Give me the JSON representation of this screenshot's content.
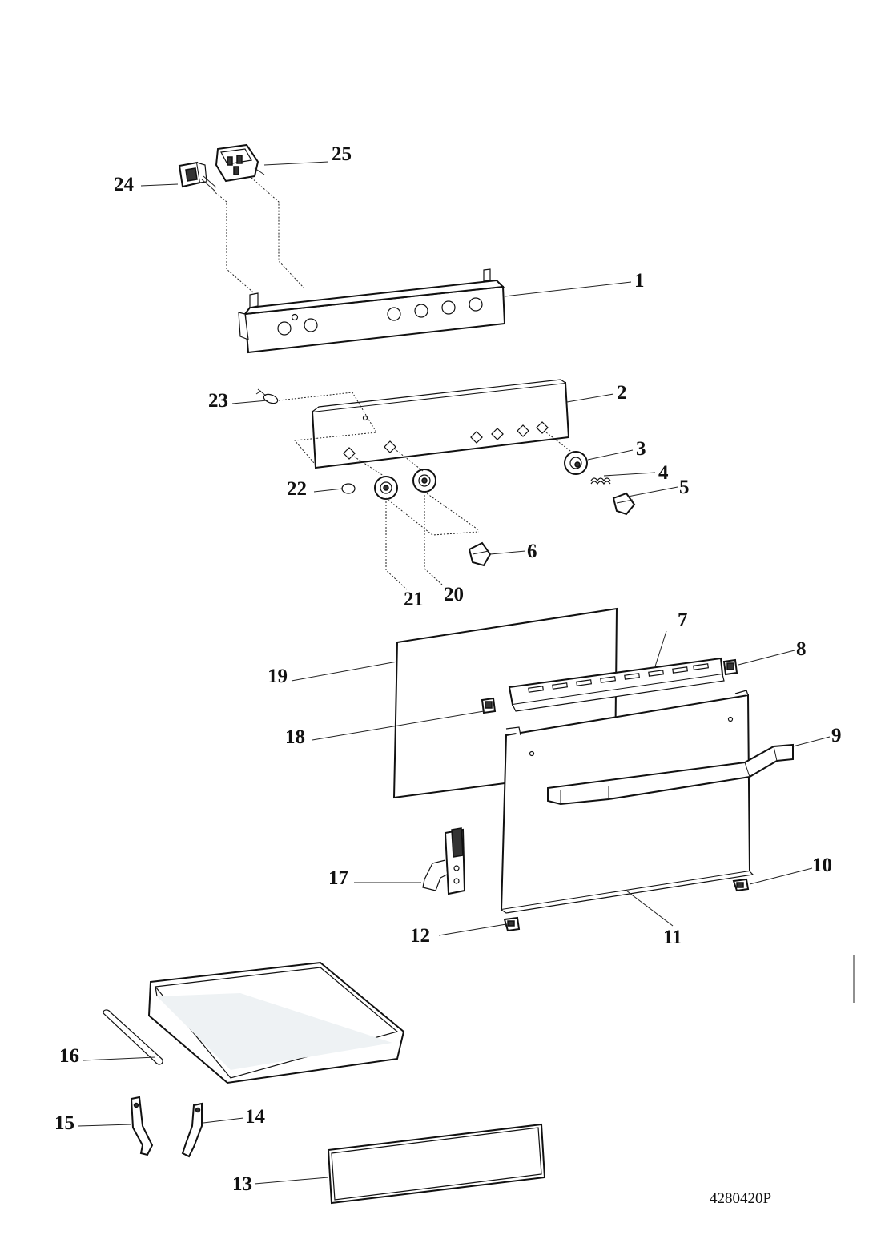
{
  "diagram": {
    "drawing_code": "4280420P",
    "callouts": [
      {
        "id": "1",
        "text": "1"
      },
      {
        "id": "2",
        "text": "2"
      },
      {
        "id": "3",
        "text": "3"
      },
      {
        "id": "4",
        "text": "4"
      },
      {
        "id": "5",
        "text": "5"
      },
      {
        "id": "6",
        "text": "6"
      },
      {
        "id": "7",
        "text": "7"
      },
      {
        "id": "8",
        "text": "8"
      },
      {
        "id": "9",
        "text": "9"
      },
      {
        "id": "10",
        "text": "10"
      },
      {
        "id": "11",
        "text": "11"
      },
      {
        "id": "12",
        "text": "12"
      },
      {
        "id": "13",
        "text": "13"
      },
      {
        "id": "14",
        "text": "14"
      },
      {
        "id": "15",
        "text": "15"
      },
      {
        "id": "16",
        "text": "16"
      },
      {
        "id": "17",
        "text": "17"
      },
      {
        "id": "18",
        "text": "18"
      },
      {
        "id": "19",
        "text": "19"
      },
      {
        "id": "20",
        "text": "20"
      },
      {
        "id": "21",
        "text": "21"
      },
      {
        "id": "22",
        "text": "22"
      },
      {
        "id": "23",
        "text": "23"
      },
      {
        "id": "24",
        "text": "24"
      },
      {
        "id": "25",
        "text": "25"
      }
    ]
  }
}
